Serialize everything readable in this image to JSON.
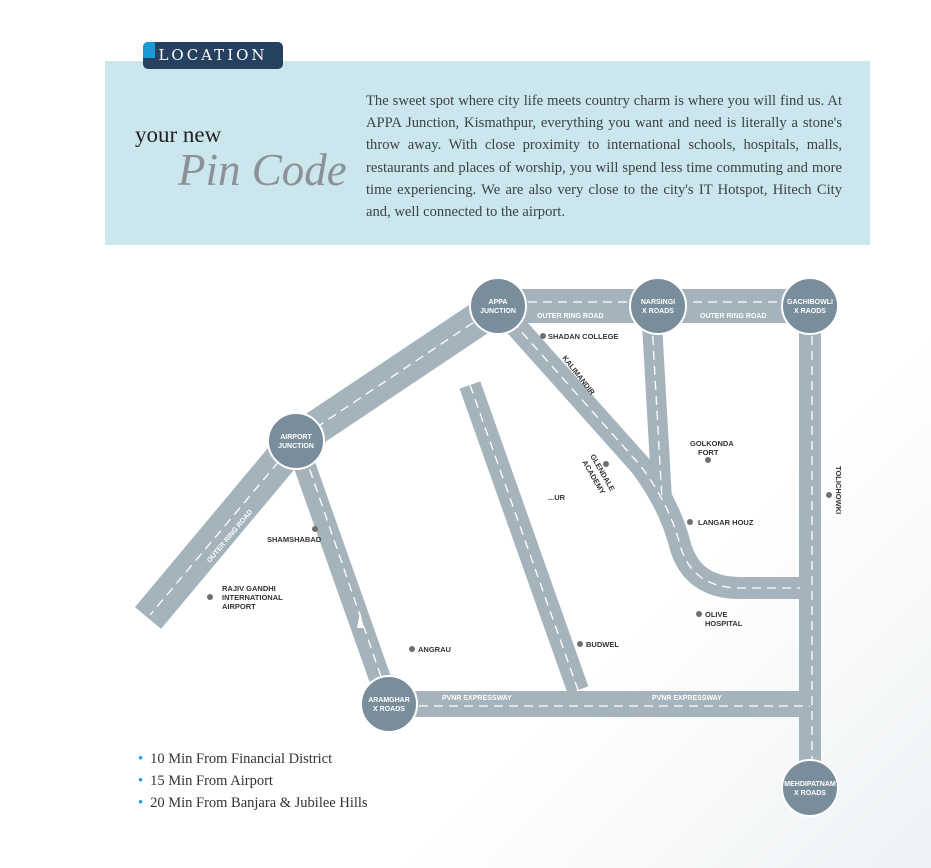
{
  "header": {
    "tab": "LOCATION",
    "title_line1": "your new",
    "title_line2": "Pin Code",
    "description": "The sweet spot where city life meets country charm is where you will find us. At APPA Junction, Kismathpur, everything you want and need is literally a stone's throw away. With close proximity to international schools, hospitals, malls, restaurants and places of worship, you will spend less time commuting and more time experiencing. We are also very close to the city's IT Hotspot, Hitech City and, well connected to the airport."
  },
  "map": {
    "junctions": {
      "appa": [
        "APPA",
        "JUNCTION"
      ],
      "narsingi": [
        "NARSINGI",
        "X ROADS"
      ],
      "gachibowli": [
        "GACHIBOWLI",
        "X RAODS"
      ],
      "airport": [
        "AIRPORT",
        "JUNCTION"
      ],
      "aramghar": [
        "ARAMGHAR",
        "X ROADS"
      ],
      "mehdipatnam": [
        "MEHDIPATNAM",
        "X ROADS"
      ]
    },
    "roads": {
      "orr1": "OUTER RING ROAD",
      "orr2": "OUTER RING ROAD",
      "orr3": "OUTER RING ROAD",
      "pvnr1": "PVNR EXPRESSWAY",
      "pvnr2": "PVNR EXPRESSWAY"
    },
    "places": {
      "shadan": "SHADAN COLLEGE",
      "kalimandir": "KALIMANDIR",
      "golkonda": [
        "GOLKONDA",
        "FORT"
      ],
      "glendale": [
        "GLENDALE",
        "ACADEMY"
      ],
      "tolichowki": "TOLICHOWKI",
      "langar": "LANGAR HOUZ",
      "olive": [
        "OLIVE",
        "HOSPITAL"
      ],
      "budwel": "BUDWEL",
      "angrau": "ANGRAU",
      "shamshabad": "SHAMSHABAD",
      "airport": [
        "RAJIV GANDHI",
        "INTERNATIONAL",
        "AIRPORT"
      ],
      "kismathpur": "...UR"
    }
  },
  "highlights": [
    "10 Min From Financial District",
    "15 Min From Airport",
    "20 Min From Banjara & Jubilee Hills"
  ],
  "colors": {
    "navy": "#26405f",
    "accent": "#1a9ad6",
    "panel": "#cbe6ec",
    "road": "#a5b3bd",
    "node": "#7a8d9b"
  }
}
